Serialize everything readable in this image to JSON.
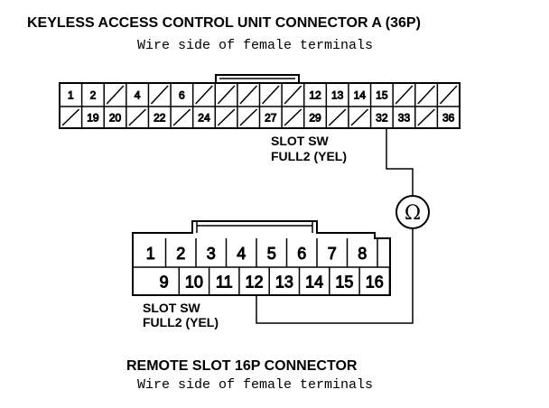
{
  "connector_a": {
    "title": "KEYLESS ACCESS CONTROL UNIT CONNECTOR A (36P)",
    "subtitle": "Wire side of female terminals",
    "top_row": [
      "1",
      "2",
      "",
      "4",
      "",
      "6",
      "",
      "",
      "",
      "",
      "",
      "12",
      "13",
      "14",
      "15",
      "",
      "",
      ""
    ],
    "bottom_row": [
      "",
      "19",
      "20",
      "",
      "22",
      "",
      "24",
      "",
      "",
      "27",
      "",
      "29",
      "",
      "",
      "32",
      "33",
      "",
      "36"
    ],
    "label_line1": "SLOT SW",
    "label_line2": "FULL2 (YEL)"
  },
  "ohmmeter": {
    "symbol": "Ω"
  },
  "connector_b": {
    "title": "REMOTE SLOT 16P CONNECTOR",
    "subtitle": "Wire side of female terminals",
    "top_row": [
      "1",
      "2",
      "3",
      "4",
      "5",
      "6",
      "7",
      "8"
    ],
    "bottom_row": [
      "9",
      "10",
      "11",
      "12",
      "13",
      "14",
      "15",
      "16"
    ],
    "label_line1": "SLOT SW",
    "label_line2": "FULL2 (YEL)"
  }
}
